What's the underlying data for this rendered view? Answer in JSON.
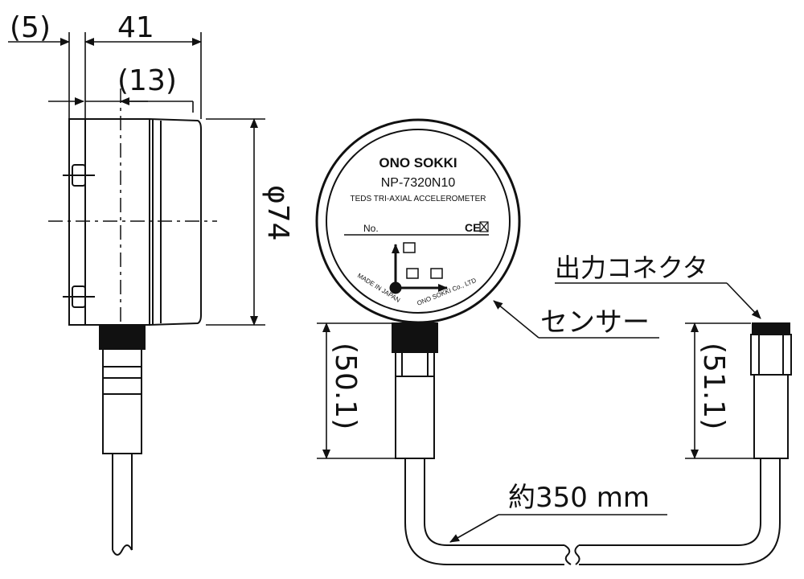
{
  "dimensions": {
    "protrusion": "(5)",
    "depth": "41",
    "cap_depth": "(13)",
    "diameter": "φ74",
    "sensor_connector_height": "(50.1)",
    "output_connector_height": "(51.1)",
    "cable_length": "約350 mm"
  },
  "callouts": {
    "sensor": "センサー",
    "output_connector": "出力コネクタ"
  },
  "sensor_face": {
    "brand": "ONO SOKKI",
    "model": "NP-7320N10",
    "description": "TEDS TRI-AXIAL ACCELEROMETER",
    "serial_label": "No.",
    "marks": "CE",
    "made_in": "MADE IN JAPAN",
    "maker": "ONO SOKKI Co., LTD"
  },
  "colors": {
    "line": "#111111",
    "background": "#ffffff"
  }
}
